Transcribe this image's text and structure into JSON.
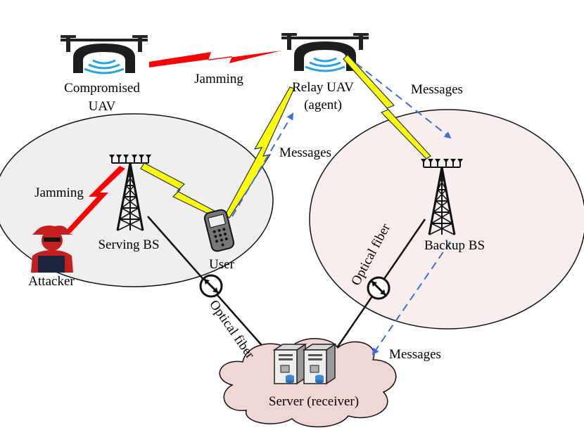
{
  "labels": {
    "compromised_uav_line1": "Compromised",
    "compromised_uav_line2": "UAV",
    "jamming_top": "Jamming",
    "relay_uav_line1": "Relay UAV",
    "relay_uav_line2": "(agent)",
    "messages_top_right": "Messages",
    "messages_middle": "Messages",
    "jamming_left": "Jamming",
    "serving_bs": "Serving BS",
    "user": "User",
    "attacker": "Attacker",
    "backup_bs": "Backup BS",
    "optical_fiber_left": "Optical fiber",
    "optical_fiber_right": "Optical fiber",
    "messages_bottom": "Messages",
    "server": "Server (receiver)"
  },
  "colors": {
    "left_cell": "#efefef",
    "right_cell": "#f9eeee",
    "cloud": "#f1d6d6",
    "jamming": "#ff0000",
    "link": "#ffff00",
    "message_arrow": "#3b6fe0",
    "uav_signal": "#2aa1e0"
  }
}
